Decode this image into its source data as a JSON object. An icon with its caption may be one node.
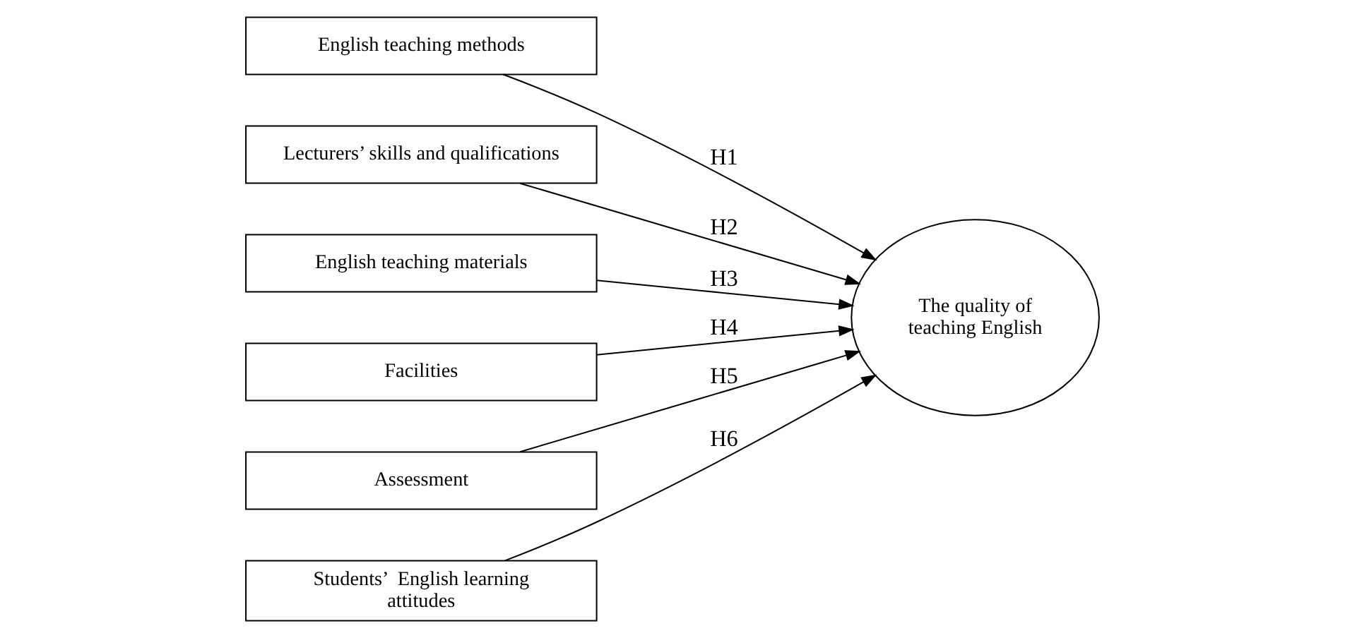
{
  "diagram": {
    "nodes": [
      {
        "text": [
          "English teaching methods"
        ]
      },
      {
        "text": [
          "Lecturers’ skills and qualifications"
        ]
      },
      {
        "text": [
          "English teaching materials"
        ]
      },
      {
        "text": [
          "Facilities"
        ]
      },
      {
        "text": [
          "Assessment"
        ]
      },
      {
        "text": [
          "Students’  English learning attitudes"
        ]
      },
      {
        "text": [
          "The quality of teaching English"
        ]
      }
    ],
    "edges": [
      {
        "from": 0,
        "to": 6,
        "arrow": "to",
        "label": "H1"
      },
      {
        "from": 1,
        "to": 6,
        "arrow": "to",
        "label": "H2"
      },
      {
        "from": 2,
        "to": 6,
        "arrow": "to",
        "label": "H3"
      },
      {
        "from": 3,
        "to": 6,
        "arrow": "to",
        "label": "H4"
      },
      {
        "from": 4,
        "to": 6,
        "arrow": "to",
        "label": "H5"
      },
      {
        "from": 5,
        "to": 6,
        "arrow": "to",
        "label": "H6"
      }
    ]
  }
}
